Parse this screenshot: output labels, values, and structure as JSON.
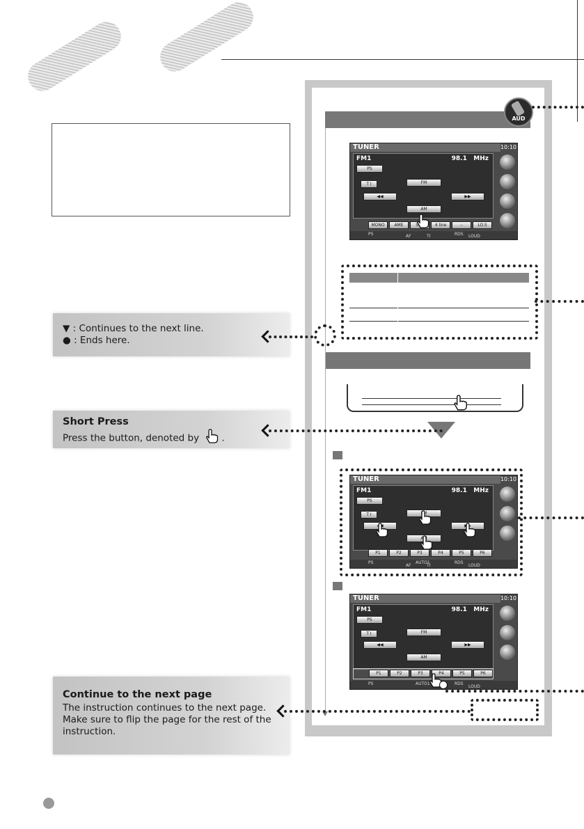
{
  "legend_callout": {
    "lines": [
      {
        "symbol": "▼",
        "text": " : Continues to the next line."
      },
      {
        "symbol": "●",
        "text": " : Ends here."
      }
    ]
  },
  "short_press_callout": {
    "title": "Short Press",
    "text_before": "Press the button, denoted by",
    "text_after": "."
  },
  "continue_callout": {
    "title": "Continue to the next page",
    "text": "The instruction continues to the next page. Make sure to flip the page for the rest of the instruction."
  },
  "remote_badge": {
    "label": "AUD"
  },
  "tuner_screen": {
    "title": "TUNER",
    "clock": "10:10",
    "band": "FM1",
    "frequency": "98.1",
    "unit": "MHz",
    "ps_label": "PS",
    "ti_label": "T I",
    "fm_label": "FM",
    "am_label": "AM",
    "prev_label": "◀◀",
    "next_label": "▶▶",
    "func_buttons": [
      "MONO",
      "AME",
      "S·...",
      "4 line",
      "–",
      "LO.S"
    ],
    "preset_buttons": [
      "P1",
      "P2",
      "P3",
      "P4",
      "P5",
      "P6"
    ],
    "status": [
      "PS",
      "AUTO1",
      "RDS",
      "AF",
      "TI",
      "LOUD"
    ]
  },
  "colors": {
    "panel_gray": "#c8c8c8",
    "bar_gray": "#777777",
    "callout_gray": "#c8c8c8"
  }
}
